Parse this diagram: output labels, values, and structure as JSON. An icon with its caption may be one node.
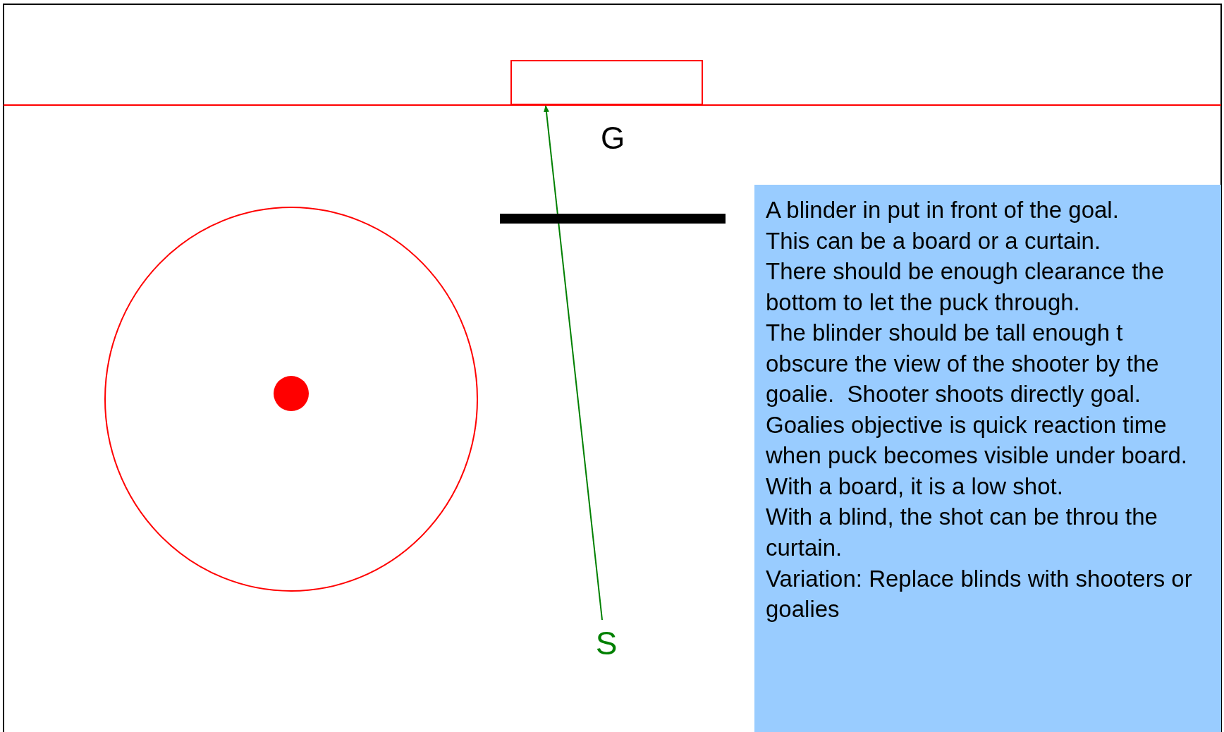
{
  "diagram": {
    "nodes": [
      {
        "text": [],
        "shape": "box",
        "beside": [
          "G"
        ]
      },
      {
        "text": [],
        "shape": "bar"
      },
      {
        "text": [
          "A blinder in put in front of the goal.",
          "This can be a board or a curtain.",
          "There should be enough clearance the bottom to let the puck through.",
          "The blinder should be tall enough t obscure the view of the shooter by the goalie.  Shooter shoots directly goal.  Goalies objective is quick reaction time when puck becomes visible under board.",
          "With a board, it is a low shot.",
          "With a blind, the shot can be throu the curtain.",
          "Variation: Replace blinds with shooters or goalies"
        ]
      },
      {
        "text": [
          "S"
        ]
      }
    ],
    "edges": [
      {
        "from": 3,
        "to": 0,
        "arrow": "to",
        "color": "#008000"
      }
    ]
  }
}
